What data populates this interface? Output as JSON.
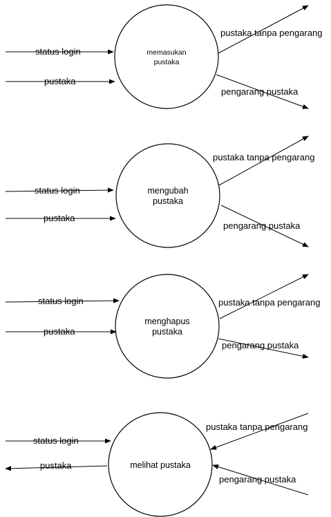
{
  "diagram": {
    "colors": {
      "stroke": "#000000",
      "background": "#ffffff"
    },
    "processes": [
      {
        "name": "memasukan pustaka",
        "lines": [
          "memasukan",
          "pustaka"
        ],
        "inputs": [
          "status login",
          "pustaka"
        ],
        "outputs": [
          "pustaka tanpa pengarang",
          "pengarang pustaka"
        ]
      },
      {
        "name": "mengubah pustaka",
        "lines": [
          "mengubah",
          "pustaka"
        ],
        "inputs": [
          "status login",
          "pustaka"
        ],
        "outputs": [
          "pustaka tanpa pengarang",
          "pengarang pustaka"
        ]
      },
      {
        "name": "menghapus pustaka",
        "lines": [
          "menghapus",
          "pustaka"
        ],
        "inputs": [
          "status login",
          "pustaka"
        ],
        "outputs": [
          "pustaka tanpa pengarang",
          "pengarang pustaka"
        ]
      },
      {
        "name": "melihat pustaka",
        "lines": [
          "melihat pustaka"
        ],
        "inputs": [
          "status login",
          "pustaka tanpa pengarang",
          "pengarang pustaka"
        ],
        "outputs": [
          "pustaka"
        ]
      }
    ]
  }
}
